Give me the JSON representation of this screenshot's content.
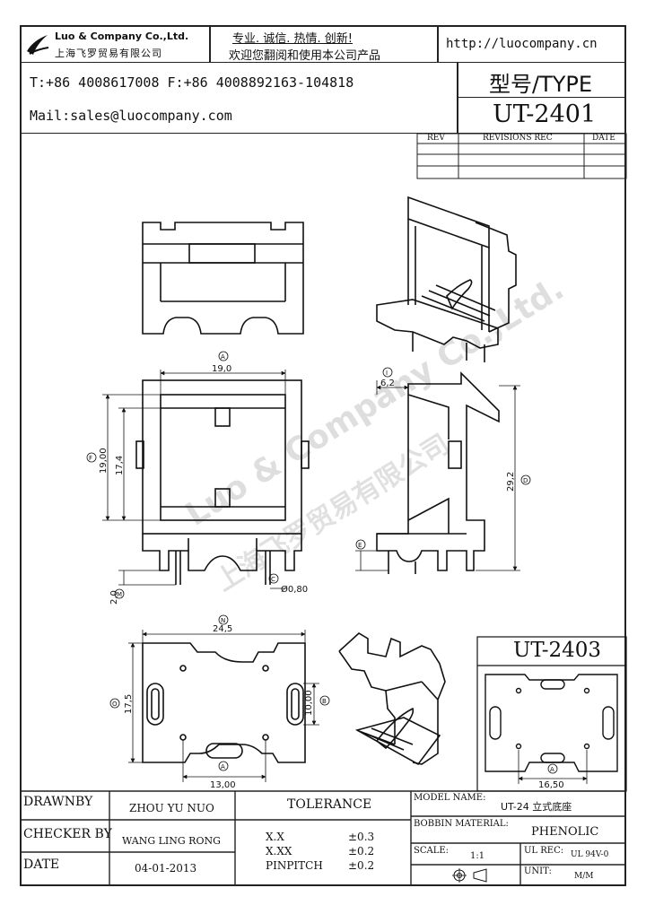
{
  "header": {
    "company_en": "Luo & Company Co.,Ltd.",
    "company_cn": "上海飞罗贸易有限公司",
    "slogan_line1": "专业. 诚信. 热情. 创新!",
    "slogan_line2": "欢迎您翻阅和使用本公司产品",
    "website": "http://luocompany.cn",
    "phone_fax": "T:+86 4008617008 F:+86 4008892163-104818",
    "mail": "Mail:sales@luocompany.com",
    "type_label": "型号/TYPE",
    "model": "UT-2401"
  },
  "revisions": {
    "col_rev": "REV",
    "col_revisions": "REVISIONS REC",
    "col_date": "DATE"
  },
  "watermark": {
    "en": "Luo & Company Co.,Ltd.",
    "cn": "上海飞罗贸易有限公司"
  },
  "dimensions": {
    "top_width": "19,0",
    "front_height_outer": "19,00",
    "front_height_inner": "17,4",
    "pin_length": "2,0",
    "pin_diameter": "Ø0,80",
    "side_width": "6,2",
    "side_height": "29,2",
    "bottom_width": "24,5",
    "bottom_height": "17,5",
    "bottom_slot": "10,00",
    "bottom_pitch": "13,00",
    "callout_a": "A",
    "callout_b": "B",
    "callout_c": "C",
    "callout_d": "D",
    "callout_e": "E",
    "callout_f": "F",
    "callout_i": "I",
    "callout_m": "M",
    "callout_n": "N",
    "callout_o": "O"
  },
  "inset": {
    "model": "UT-2403",
    "width": "16,50",
    "callout": "A"
  },
  "title_block": {
    "drawnby_label": "DRAWNBY",
    "drawnby_value": "ZHOU YU NUO",
    "checker_label": "CHECKER BY",
    "checker_value": "WANG LING RONG",
    "date_label": "DATE",
    "date_value": "04-01-2013",
    "tolerance_label": "TOLERANCE",
    "tol1_key": "X.X",
    "tol1_val": "±0.3",
    "tol2_key": "X.XX",
    "tol2_val": "±0.2",
    "tol3_key": "PINPITCH",
    "tol3_val": "±0.2",
    "model_name_label": "MODEL NAME:",
    "model_name_value": "UT-24 立式底座",
    "bobbin_label": "BOBBIN MATERIAL:",
    "bobbin_value": "PHENOLIC",
    "scale_label": "SCALE:",
    "scale_value": "1:1",
    "ul_label": "UL REC:",
    "ul_value": "UL 94V-0",
    "unit_label": "UNIT:",
    "unit_value": "M/M"
  }
}
